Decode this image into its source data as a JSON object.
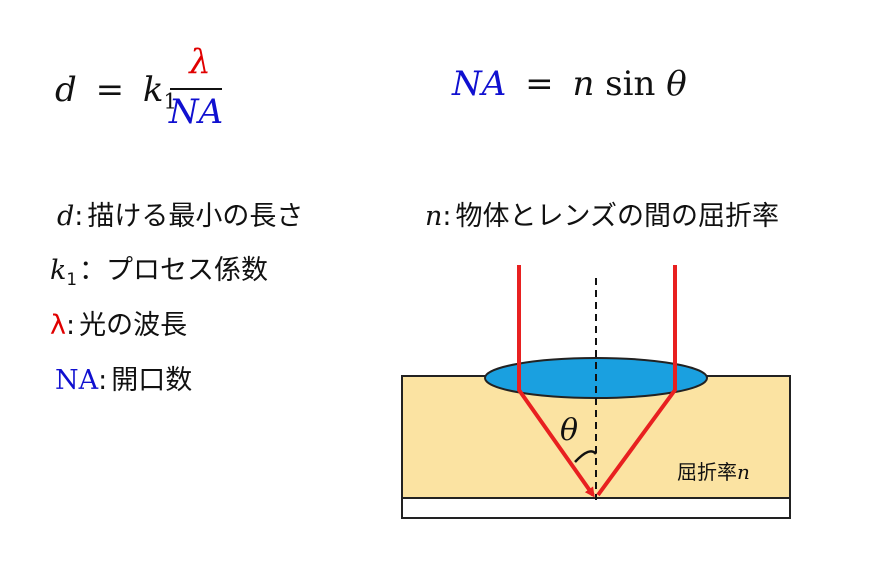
{
  "formula_d": {
    "lhs": "d",
    "equals": "=",
    "k": "k",
    "k_sub": "1",
    "numerator": "λ",
    "denominator": "NA"
  },
  "formula_na": {
    "lhs": "NA",
    "equals": "=",
    "rhs_n": "n",
    "rhs_sin": "sin",
    "rhs_theta": "θ"
  },
  "definitions": [
    {
      "symbol": "d",
      "sep": ":",
      "text": "描ける最小の長さ"
    },
    {
      "symbol": "k",
      "sub": "1",
      "sep": "：",
      "text": "プロセス係数"
    },
    {
      "symbol": "λ",
      "sep": ":",
      "text": "光の波長"
    },
    {
      "symbol": "NA",
      "sep": ":",
      "text": "開口数"
    }
  ],
  "n_definition": {
    "symbol": "n",
    "sep": ":",
    "text": "物体とレンズの間の屈折率"
  },
  "diagram": {
    "angle_label": "θ",
    "medium_label": "屈折率",
    "medium_symbol": "n"
  },
  "colors": {
    "red": "#e00000",
    "blue": "#1010d0",
    "lens": "#1aa0e0",
    "medium": "#fbe3a2",
    "ray": "#e82020"
  }
}
